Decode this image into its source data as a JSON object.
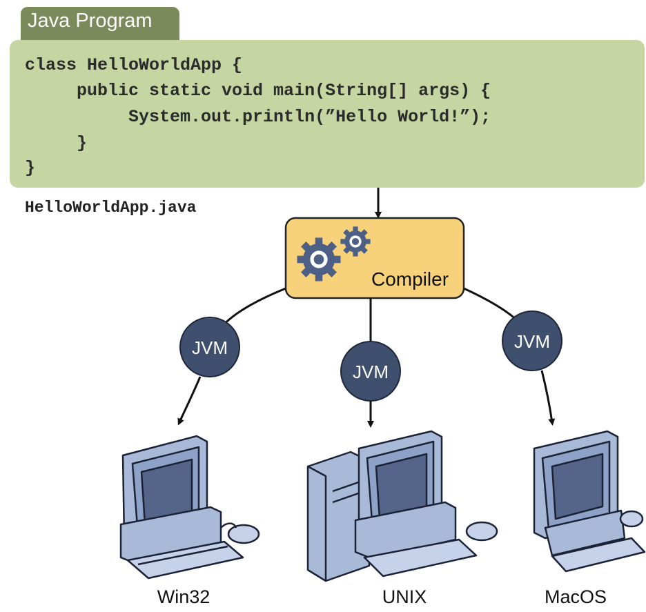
{
  "program_tab": {
    "label": "Java Program"
  },
  "source_code": {
    "lines": [
      "class HelloWorldApp {",
      "     public static void main(String[] args) {",
      "          System.out.println(”Hello World!”);",
      "     }",
      "}"
    ],
    "filename": "HelloWorldApp.java"
  },
  "compiler": {
    "label": "Compiler",
    "icon": "gears-icon"
  },
  "jvm_nodes": [
    {
      "label": "JVM"
    },
    {
      "label": "JVM"
    },
    {
      "label": "JVM"
    }
  ],
  "platforms": [
    {
      "label": "Win32",
      "icon": "desktop-computer-icon"
    },
    {
      "label": "UNIX",
      "icon": "tower-computer-icon"
    },
    {
      "label": "MacOS",
      "icon": "desktop-computer-icon"
    }
  ],
  "colors": {
    "code_panel": "#c6d6a2",
    "code_tab": "#7a8a5a",
    "compiler_fill": "#f7d27a",
    "jvm_fill": "#3f4f6e",
    "computer_fill": "#a9bad9"
  }
}
